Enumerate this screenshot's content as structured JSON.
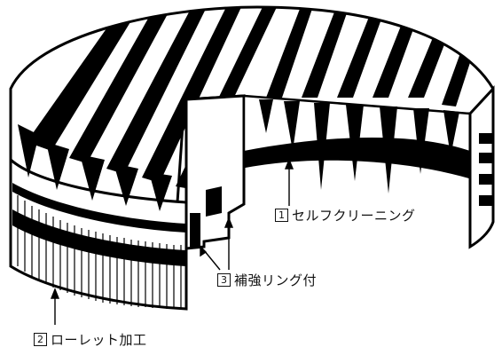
{
  "callouts": {
    "self_cleaning": {
      "number": "1",
      "text": "セルフクリーニング"
    },
    "knurling": {
      "number": "2",
      "text": "ローレット加工"
    },
    "reinforcement_ring": {
      "number": "3",
      "text": "補強リング付"
    }
  }
}
